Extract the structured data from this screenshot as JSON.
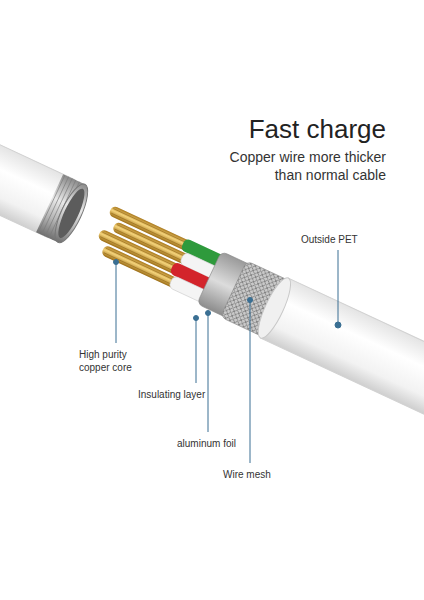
{
  "diagram": {
    "title": "Fast charge",
    "caption": "Copper wire more thicker than normal cable",
    "labels": [
      "Outside PET",
      "High purity copper core",
      "Insulating layer",
      "aluminum foil",
      "Wire mesh"
    ]
  }
}
